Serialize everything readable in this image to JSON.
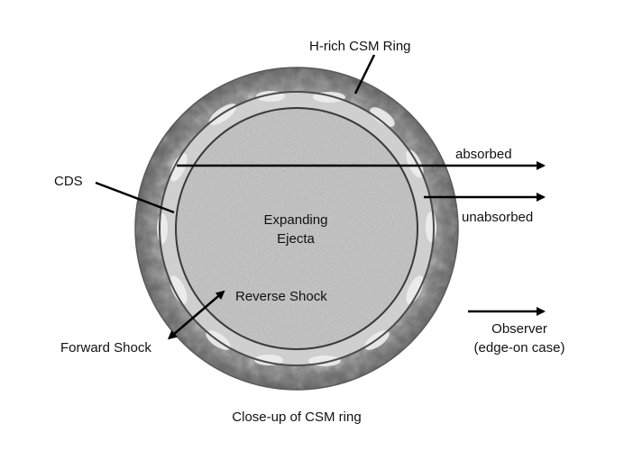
{
  "labels": {
    "csm_ring": "H-rich CSM Ring",
    "absorbed": "absorbed",
    "unabsorbed": "unabsorbed",
    "cds": "CDS",
    "ejecta_line1": "Expanding",
    "ejecta_line2": "Ejecta",
    "reverse_shock": "Reverse Shock",
    "forward_shock": "Forward Shock",
    "observer_line1": "Observer",
    "observer_line2": "(edge-on case)",
    "caption": "Close-up of CSM ring"
  },
  "colors": {
    "outer_ring": "#8a8a8a",
    "cds_shell": "#d4d4d4",
    "ejecta": "#a9a9a9",
    "line": "#000000"
  }
}
